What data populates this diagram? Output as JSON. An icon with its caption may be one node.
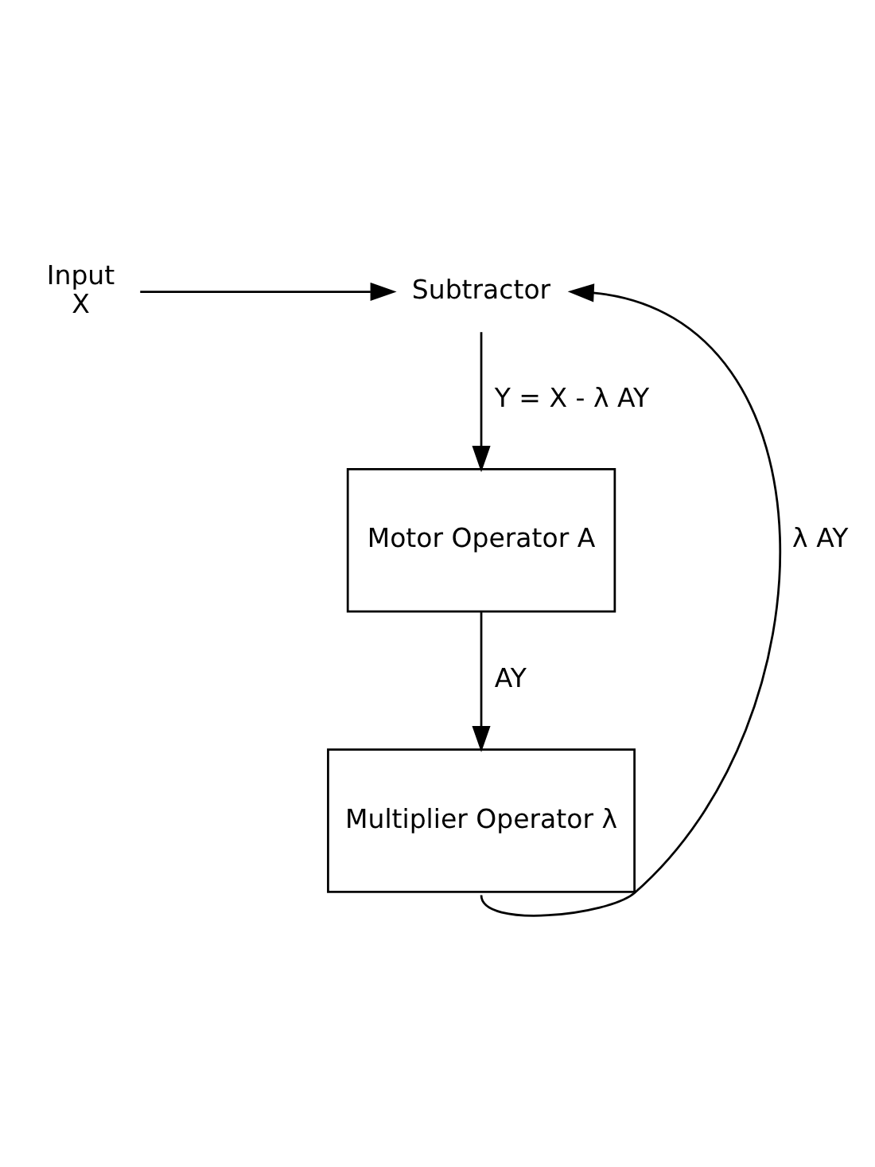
{
  "diagram": {
    "nodes": [
      {
        "text": [
          "Input",
          "X"
        ]
      },
      {
        "text": [
          "Subtractor"
        ]
      },
      {
        "text": [
          "Motor Operator A"
        ]
      },
      {
        "text": [
          "Multiplier Operator λ"
        ]
      }
    ],
    "edges": [
      {
        "from": 0,
        "to": 1,
        "arrow": "to"
      },
      {
        "from": 1,
        "to": 2,
        "arrow": "to",
        "label": "Y = X - λ AY"
      },
      {
        "from": 2,
        "to": 3,
        "arrow": "to",
        "label": "AY"
      },
      {
        "from": 3,
        "to": 1,
        "arrow": "to",
        "label": "λ AY"
      }
    ]
  }
}
